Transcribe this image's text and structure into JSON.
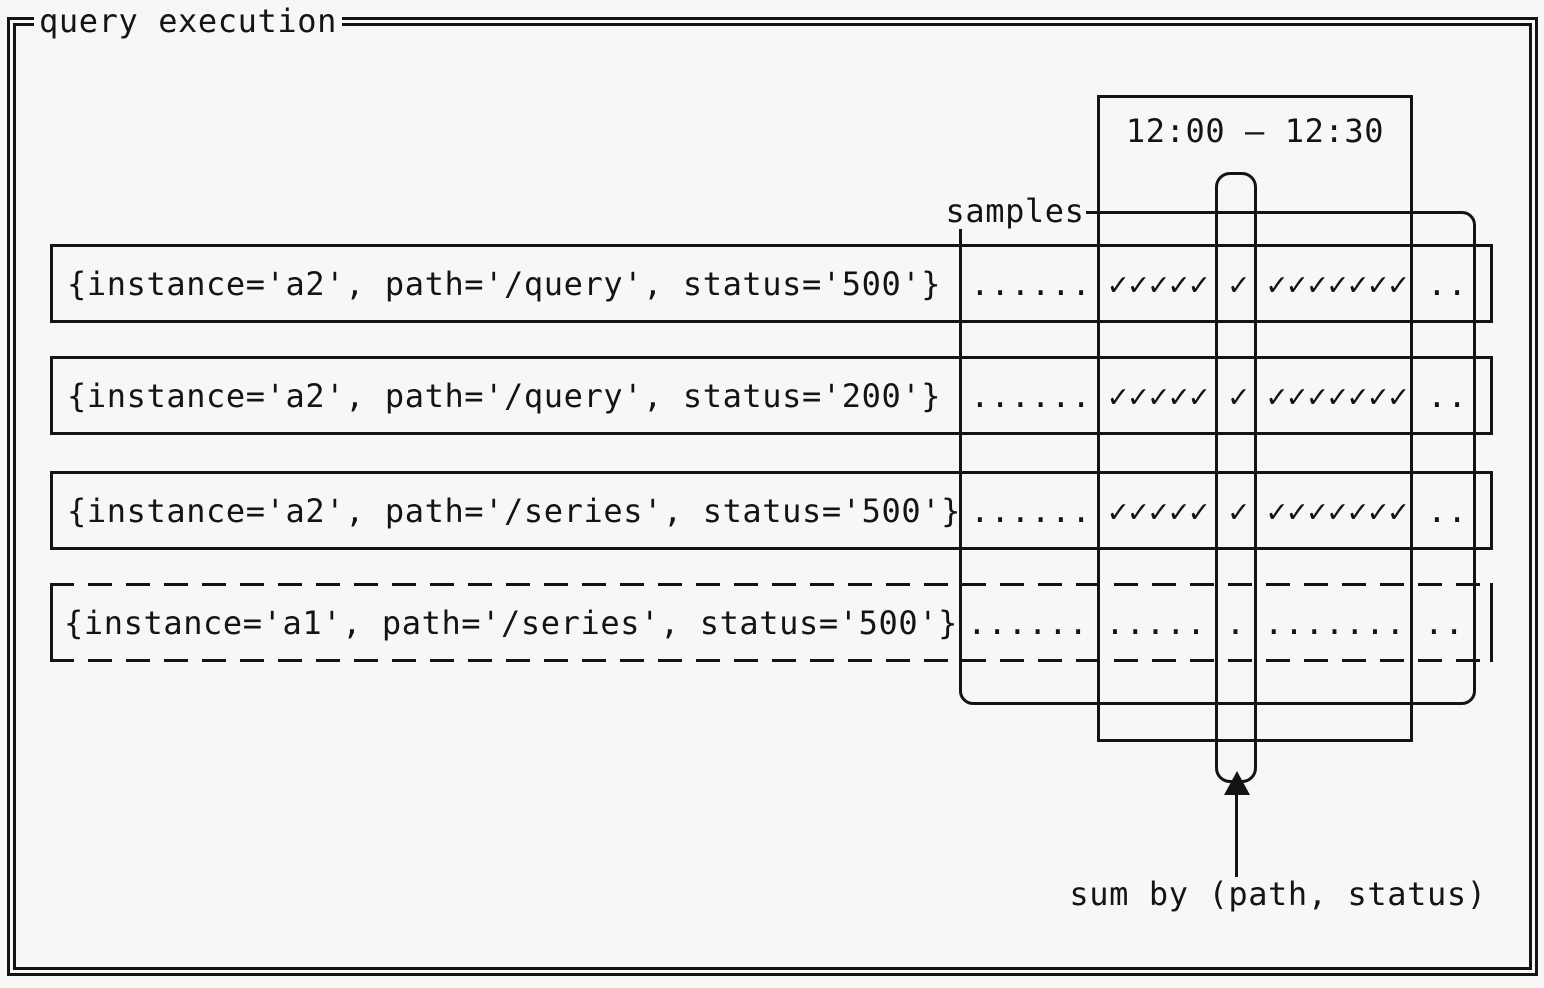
{
  "title": "query execution",
  "time_window": {
    "label": "12:00 – 12:30"
  },
  "samples": {
    "label": "samples"
  },
  "aggregation": {
    "label": "sum by (path, status)"
  },
  "series": [
    {
      "selector": "{instance='a2', path='/query', status='500'}",
      "border": "solid",
      "cells": {
        "before": "......",
        "in_window_pre": "✓✓✓✓✓",
        "in_step": "✓",
        "in_window_post": "✓✓✓✓✓✓✓",
        "after": ".."
      }
    },
    {
      "selector": "{instance='a2', path='/query', status='200'}",
      "border": "solid",
      "cells": {
        "before": "......",
        "in_window_pre": "✓✓✓✓✓",
        "in_step": "✓",
        "in_window_post": "✓✓✓✓✓✓✓",
        "after": ".."
      }
    },
    {
      "selector": "{instance='a2', path='/series', status='500'}",
      "border": "solid",
      "cells": {
        "before": "......",
        "in_window_pre": "✓✓✓✓✓",
        "in_step": "✓",
        "in_window_post": "✓✓✓✓✓✓✓",
        "after": ".."
      }
    },
    {
      "selector": "{instance='a1', path='/series', status='500'}",
      "border": "dashed",
      "cells": {
        "before": "......",
        "in_window_pre": ".....",
        "in_step": ".",
        "in_window_post": ".......",
        "after": ".."
      }
    }
  ],
  "colors": {
    "background": "#f7f7f7",
    "ink": "#141414"
  }
}
